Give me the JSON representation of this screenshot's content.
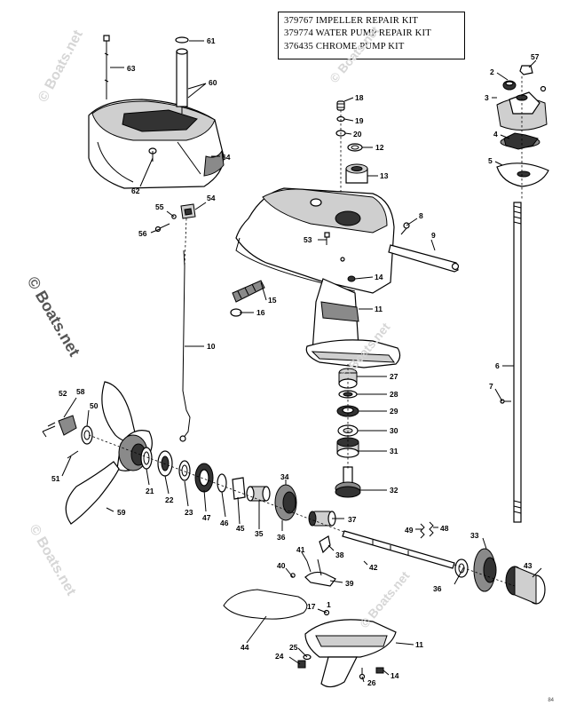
{
  "kit_box": {
    "lines": [
      "379767 IMPELLER REPAIR KIT",
      "379774 WATER PUMP REPAIR KIT",
      "376435 CHROME PUMP KIT"
    ]
  },
  "watermark": {
    "text": "© Boats.net",
    "color": "#d6d6d6"
  },
  "callouts": {
    "c1": "1",
    "c2": "2",
    "c3": "3",
    "c4": "4",
    "c5": "5",
    "c6": "6",
    "c7": "7",
    "c8": "8",
    "c9": "9",
    "c10": "10",
    "c11a": "11",
    "c11b": "11",
    "c12": "12",
    "c13": "13",
    "c14a": "14",
    "c14b": "14",
    "c15": "15",
    "c16": "16",
    "c17": "17",
    "c18": "18",
    "c19": "19",
    "c20": "20",
    "c21": "21",
    "c22": "22",
    "c23": "23",
    "c24": "24",
    "c25": "25",
    "c26": "26",
    "c27": "27",
    "c28": "28",
    "c29": "29",
    "c30": "30",
    "c31": "31",
    "c32": "32",
    "c33": "33",
    "c34": "34",
    "c35": "35",
    "c36a": "36",
    "c36b": "36",
    "c37": "37",
    "c38": "38",
    "c39": "39",
    "c40": "40",
    "c41": "41",
    "c42": "42",
    "c43": "43",
    "c44": "44",
    "c45": "45",
    "c46": "46",
    "c47": "47",
    "c48": "48",
    "c49": "49",
    "c50": "50",
    "c51": "51",
    "c52": "52",
    "c53": "53",
    "c54": "54",
    "c55": "55",
    "c56": "56",
    "c57": "57",
    "c58": "58",
    "c59": "59",
    "c60": "60",
    "c61": "61",
    "c62": "62",
    "c63": "63",
    "c64": "64"
  },
  "page_code": "84"
}
